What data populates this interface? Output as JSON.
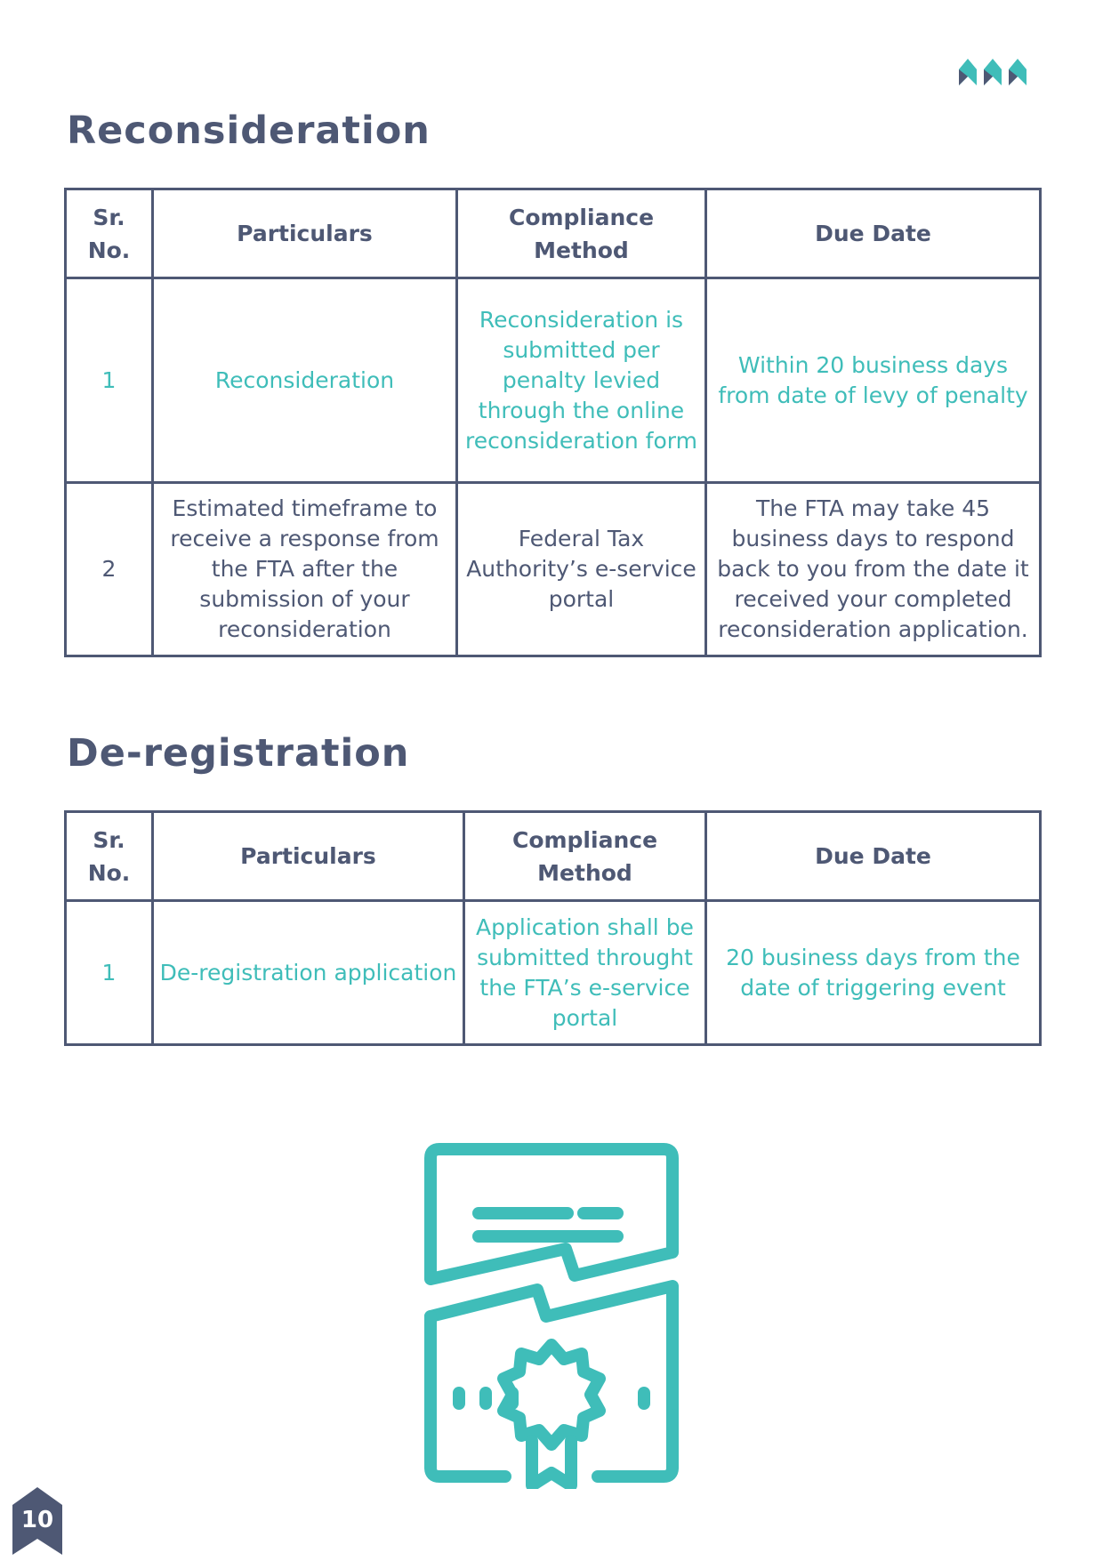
{
  "page_number": "10",
  "colors": {
    "accent": "#3fbdb9",
    "text": "#4e5874",
    "border": "#4e5874"
  },
  "reconsideration": {
    "title": "Reconsideration",
    "headers": [
      "Sr. No.",
      "Particulars",
      "Compliance Method",
      "Due Date"
    ],
    "rows": [
      {
        "sr": "1",
        "particulars": "Reconsideration",
        "method": "Reconsideration is submitted per penalty levied through the online reconsideration form",
        "due": "Within 20 business days from date of levy of penalty"
      },
      {
        "sr": "2",
        "particulars": "Estimated timeframe to receive a response from the FTA after the submission of your reconsideration",
        "method": "Federal Tax Authority’s e-service portal",
        "due": "The FTA may take 45 business days to respond back to you from the date it received your completed reconsideration application."
      }
    ]
  },
  "deregistration": {
    "title": "De-registration",
    "headers": [
      "Sr. No.",
      "Particulars",
      "Compliance Method",
      "Due Date"
    ],
    "rows": [
      {
        "sr": "1",
        "particulars": "De-registration application",
        "method": "Application shall be submitted throught the FTA’s e-service portal",
        "due": "20 business days from the date of triggering event"
      }
    ]
  },
  "icons": {
    "logo": "triple-chevron-logo-icon",
    "illustration": "certificate-icon"
  }
}
